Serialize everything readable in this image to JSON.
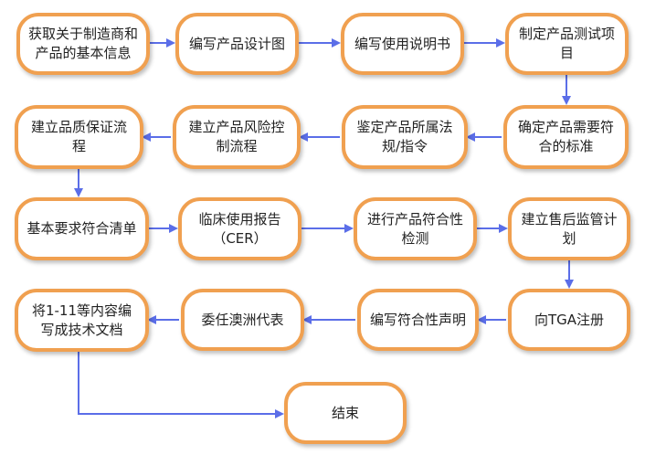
{
  "colors": {
    "box_border": "#f0a050",
    "arrow": "#5b6ee8",
    "text": "#222222"
  },
  "steps": [
    {
      "id": 1,
      "label": "获取关于制造商和产品的基本信息"
    },
    {
      "id": 2,
      "label": "编写产品设计图"
    },
    {
      "id": 3,
      "label": "编写使用说明书"
    },
    {
      "id": 4,
      "label": "制定产品测试项目"
    },
    {
      "id": 5,
      "label": "确定产品需要符合的标准"
    },
    {
      "id": 6,
      "label": "鉴定产品所属法规/指令"
    },
    {
      "id": 7,
      "label": "建立产品风险控制流程"
    },
    {
      "id": 8,
      "label": "建立品质保证流程"
    },
    {
      "id": 9,
      "label": "基本要求符合清单"
    },
    {
      "id": 10,
      "label": "临床使用报告（CER）"
    },
    {
      "id": 11,
      "label": "进行产品符合性检测"
    },
    {
      "id": 12,
      "label": "建立售后监管计划"
    },
    {
      "id": 13,
      "label": "向TGA注册"
    },
    {
      "id": 14,
      "label": "编写符合性声明"
    },
    {
      "id": 15,
      "label": "委任澳洲代表"
    },
    {
      "id": 16,
      "label": "将1-11等内容编写成技术文档"
    },
    {
      "id": 17,
      "label": "结束"
    }
  ]
}
